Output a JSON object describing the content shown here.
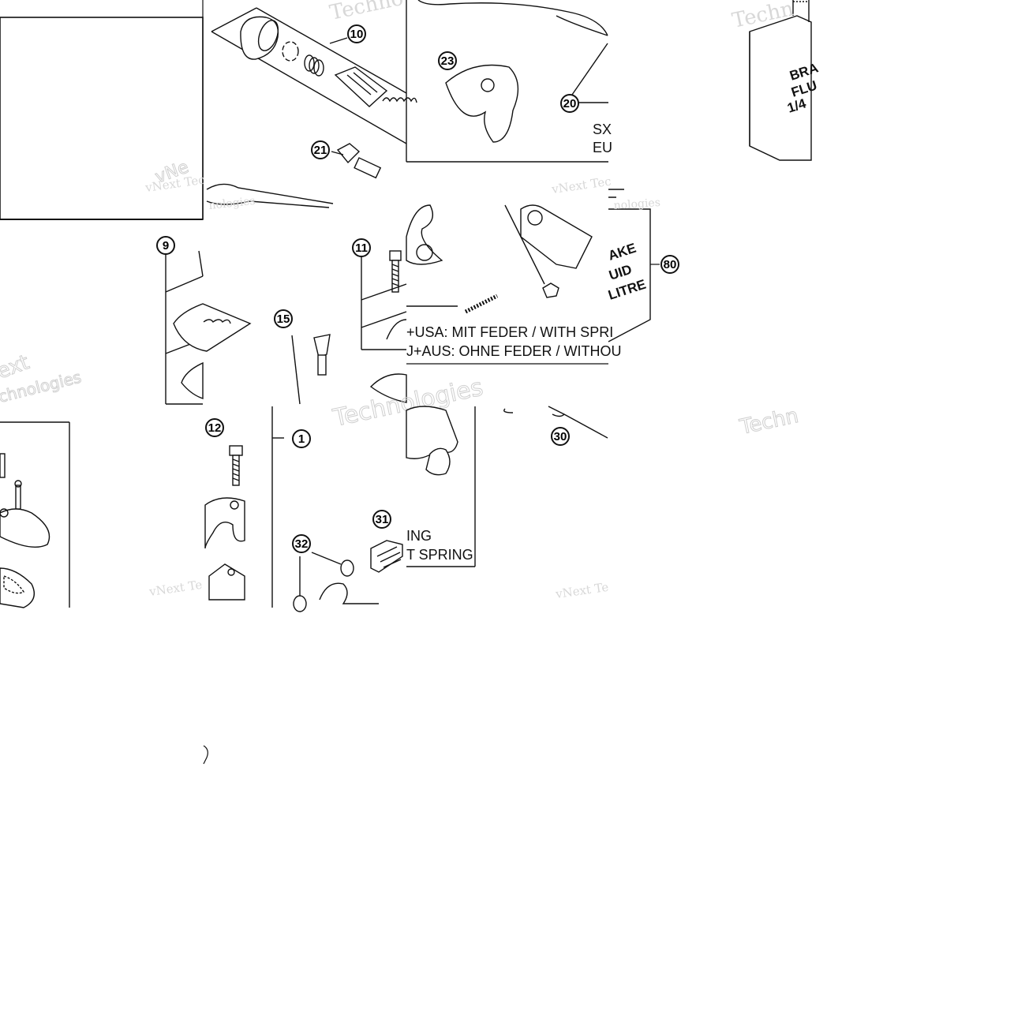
{
  "diagram": {
    "callouts": {
      "c1": "1",
      "c9": "9",
      "c10": "10",
      "c11": "11",
      "c12": "12",
      "c15": "15",
      "c20": "20",
      "c21": "21",
      "c23": "23",
      "c30": "30",
      "c31": "31",
      "c32": "32",
      "c80": "80"
    },
    "notes": {
      "sx": "SX",
      "eu": "EU",
      "usa": "+USA:  MIT FEDER / WITH SPRI",
      "aus": "J+AUS:  OHNE FEDER / WITHOU",
      "ing": "ING",
      "t_spring": "T SPRING"
    },
    "can_label": {
      "brake_top_1": "BRA",
      "brake_top_2": "FLU",
      "brake_top_3": "1/4",
      "brake_side_1": "AKE",
      "brake_side_2": "UID",
      "brake_side_3": "LITRE"
    },
    "watermarks": {
      "vnext_tec": "vNext Tec",
      "vnext_te": "vNext Te",
      "technologies": "Technologies",
      "techn": "Techn",
      "techno": "Techno",
      "ext": "ext",
      "nologies": "nologies",
      "chnologies": "chnologies",
      "vnext": "vNext",
      "vne": "vNe"
    }
  }
}
